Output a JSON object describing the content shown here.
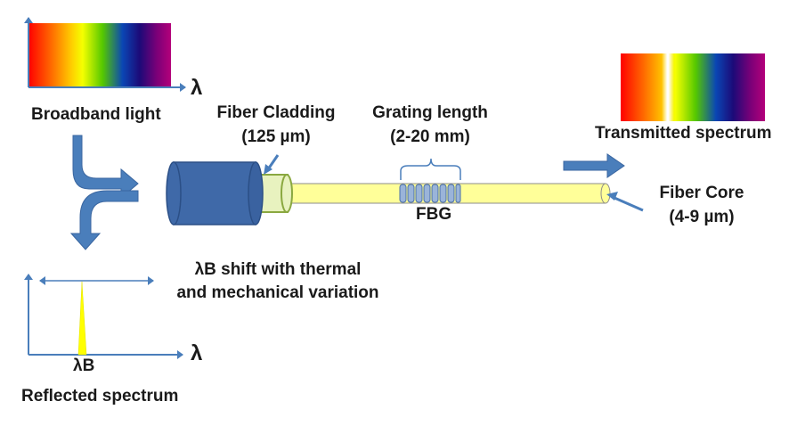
{
  "broadband": {
    "label": "Broadband light",
    "axis_symbol": "λ"
  },
  "cladding": {
    "title": "Fiber Cladding",
    "size": "(125 µm)"
  },
  "grating": {
    "title": "Grating length",
    "size": "(2-20 mm)",
    "fbg_label": "FBG"
  },
  "transmitted": {
    "label": "Transmitted spectrum"
  },
  "core": {
    "title": "Fiber Core",
    "size": "(4-9 µm)"
  },
  "shift": {
    "line1": "λB shift with thermal",
    "line2": "and mechanical variation"
  },
  "reflected": {
    "label": "Reflected spectrum",
    "peak_label": "λB",
    "axis_symbol": "λ"
  },
  "colors": {
    "arrow_blue": "#4a7ebb",
    "connector_blue": "#3f69a8",
    "cladding_green": "#e8f2bf",
    "core_yellow": "#ffff99",
    "fbg_blue": "#9ab4d9",
    "peak_yellow": "#ffff00"
  }
}
